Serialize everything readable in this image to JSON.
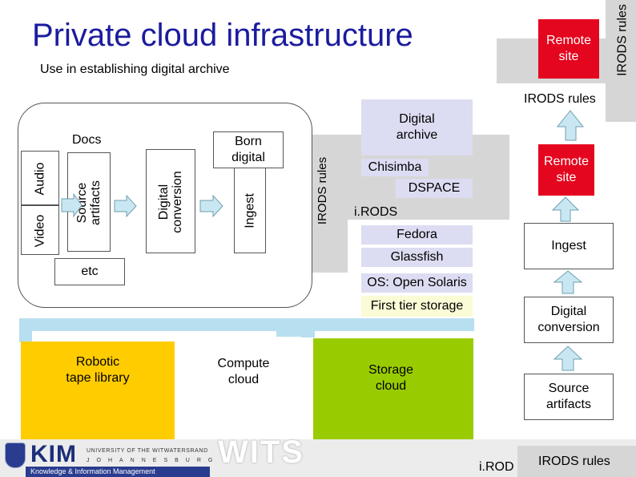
{
  "title": "Private cloud infrastructure",
  "subtitle": "Use in establishing digital archive",
  "remote_site_top": "Remote site",
  "irods_rules_top_right": "IRODS rules",
  "irods_rules_label": "IRODS rules",
  "pipeline": {
    "docs": "Docs",
    "audio": "Audio",
    "video": "Video",
    "source_artifacts": "Source artifacts",
    "digital_conversion": "Digital conversion",
    "ingest": "Ingest",
    "born_digital": "Born digital",
    "etc": "etc",
    "irods_rules_vertical": "IRODS rules"
  },
  "stack": {
    "digital_archive": "Digital archive",
    "chisimba": "Chisimba",
    "dspace": "DSPACE",
    "irods": "i.RODS",
    "fedora": "Fedora",
    "glassfish": "Glassfish",
    "os": "OS: Open Solaris",
    "first_tier_storage": "First tier storage"
  },
  "clouds": {
    "robotic_tape_library": "Robotic tape library",
    "compute_cloud": "Compute cloud",
    "storage_cloud": "Storage cloud"
  },
  "remote_column": {
    "remote_site": "Remote site",
    "ingest": "Ingest",
    "digital_conversion": "Digital conversion",
    "source_artifacts": "Source artifacts"
  },
  "footer": {
    "kim_logo": "KIM",
    "university": "UNIVERSITY OF THE WITWATERSRAND",
    "johannesburg": "JOHANNESBURG",
    "knowledge_mgmt": "Knowledge & Information Management",
    "wits": "WITS",
    "irods_partial": "i.ROD",
    "irods_rules_bottom": "IRODS rules"
  },
  "colors": {
    "title_blue": "#1b1b9e",
    "remote_red": "#e4051e",
    "tape_yellow": "#ffcc00",
    "storage_green": "#99cc00",
    "arrow_blue": "#c9e7f2",
    "lavender": "#dcdcf2",
    "grey_band": "#d6d6d6"
  }
}
